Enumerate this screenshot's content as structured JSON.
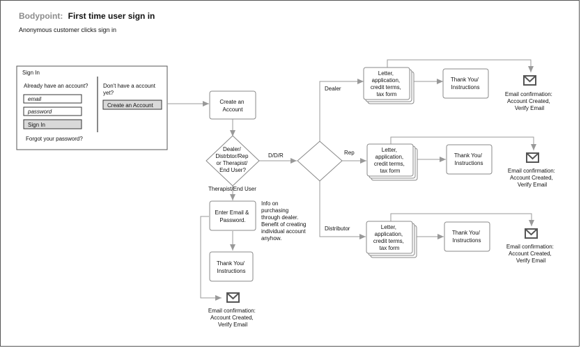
{
  "header": {
    "brand": "Bodypoint:",
    "title": "First time user sign in",
    "subtitle": "Anonymous customer clicks sign in"
  },
  "signin_panel": {
    "heading": "Sign In",
    "have_account": "Already have an account?",
    "email_placeholder": "email",
    "password_placeholder": "password",
    "signin_button": "Sign In",
    "forgot": "Forgot your password?",
    "no_account_line1": "Don't have a account",
    "no_account_line2": "yet?",
    "create_button": "Create an Account"
  },
  "nodes": {
    "create_account": [
      "Create an",
      "Account"
    ],
    "decision_user_type": [
      "Dealer/",
      "Distrbtor/Rep",
      "or Therapist/",
      "End User?"
    ],
    "enter_email": [
      "Enter Email &",
      "Password."
    ],
    "thank_you_left": [
      "Thank You/",
      "Instructions"
    ],
    "email_confirm_left": [
      "Email confirmation:",
      "Account Created,",
      "Verify Email"
    ],
    "info_note": [
      "Info on",
      "purchasing",
      "through dealer.",
      "Benefit of creating",
      "individual account",
      "anyhow."
    ],
    "dealer_docs": [
      "Letter,",
      "application,",
      "credit terms,",
      "tax form"
    ],
    "dealer_thanks": [
      "Thank You/",
      "Instructions"
    ],
    "dealer_email": [
      "Email confirmation:",
      "Account Created,",
      "Verify Email"
    ],
    "rep_docs": [
      "Letter,",
      "application,",
      "credit terms,",
      "tax form"
    ],
    "rep_thanks": [
      "Thank You/",
      "Instructions"
    ],
    "rep_email": [
      "Email confirmation:",
      "Account Created,",
      "Verify Email"
    ],
    "distributor_docs": [
      "Letter,",
      "application,",
      "credit terms,",
      "tax form"
    ],
    "distributor_thanks": [
      "Thank You/",
      "Instructions"
    ],
    "distributor_email": [
      "Email confirmation:",
      "Account Created,",
      "Verify Email"
    ]
  },
  "edge_labels": {
    "ddr": "D/D/R",
    "therapist": "Therapist/End User",
    "dealer": "Dealer",
    "rep": "Rep",
    "distributor": "Distributor"
  },
  "colors": {
    "line": "#999999",
    "box_stroke": "#888888",
    "button_fill": "#d9d9d9",
    "brand": "#8c8c8c"
  }
}
